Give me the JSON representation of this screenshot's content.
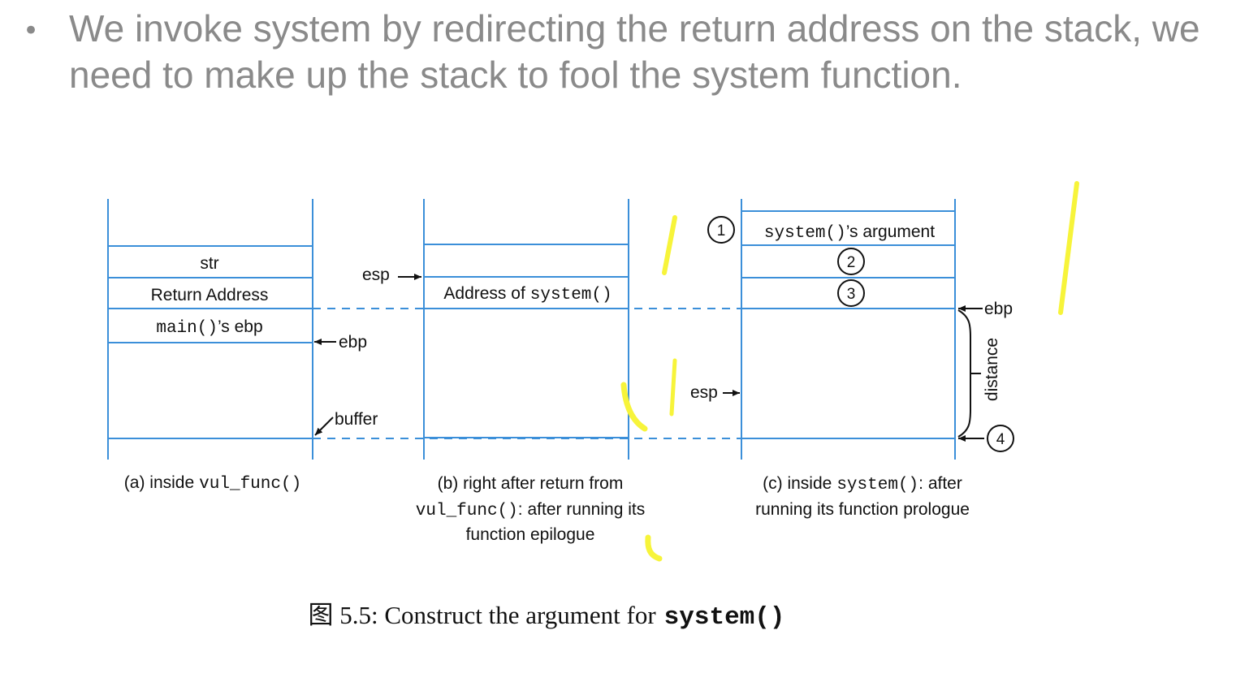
{
  "slide": {
    "bullet_text": "We invoke system by redirecting the return address on the stack, we need to make up the stack to fool the system function."
  },
  "colors": {
    "bullet_text": "#8a8a8a",
    "frame_line": "#3b8fd9",
    "highlight": "#f7f43a",
    "label_text": "#111111"
  },
  "figure": {
    "caption_prefix": "图 5.5: Construct the argument for",
    "caption_code": "system()",
    "panel_a": {
      "cells": [
        "str",
        "Return Address"
      ],
      "ebp_cell_code": "main()",
      "ebp_cell_text": "’s ebp",
      "ebp_label": "ebp",
      "buffer_label": "buffer",
      "caption_text": "(a) inside",
      "caption_code": "vul_func()"
    },
    "panel_b": {
      "esp_label": "esp",
      "cell_text": "Address of",
      "cell_code": "system()",
      "caption_line1": "(b) right after return from",
      "caption_line2_code": "vul_func()",
      "caption_line2_text": ": after running its",
      "caption_line3": "function epilogue"
    },
    "panel_c": {
      "arg_code": "system()",
      "arg_text": "’s argument",
      "markers": [
        "1",
        "2",
        "3",
        "4"
      ],
      "ebp_label": "ebp",
      "esp_label": "esp",
      "distance_label": "distance",
      "caption_line1_text": "(c) inside",
      "caption_line1_code": "system()",
      "caption_line1_tail": ": after",
      "caption_line2": "running its function prologue"
    }
  }
}
